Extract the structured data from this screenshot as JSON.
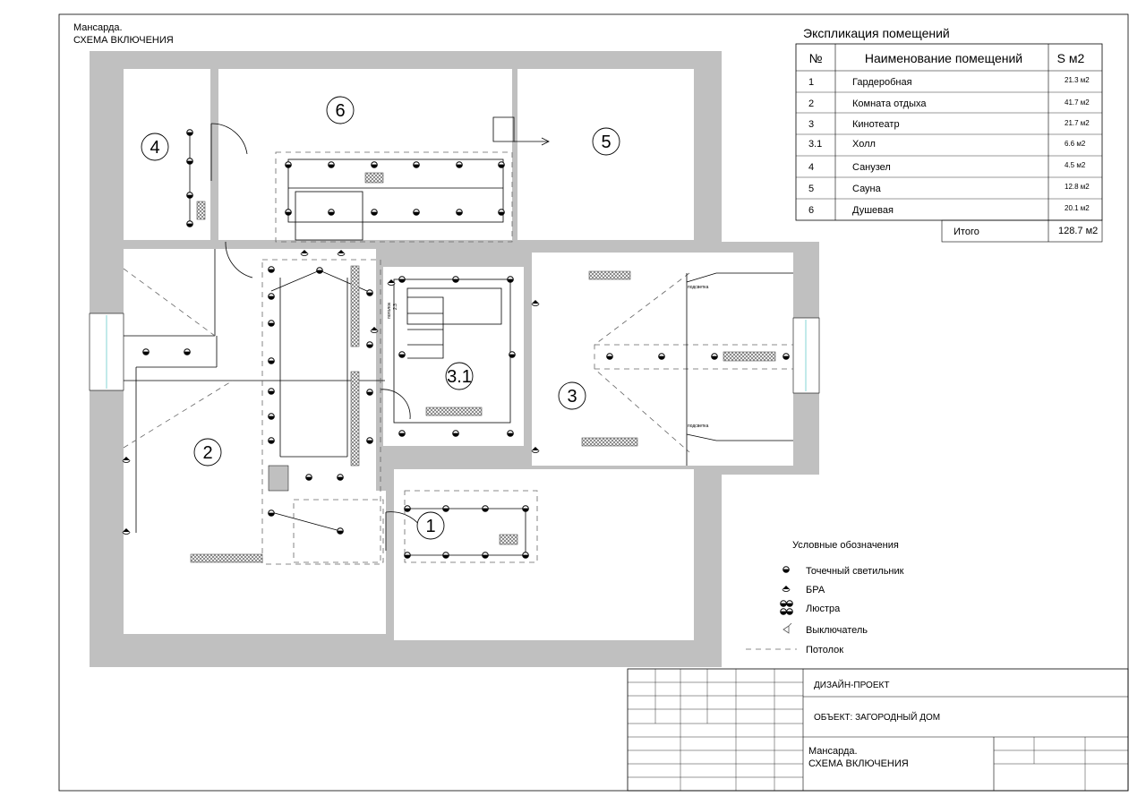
{
  "sheet_title": {
    "line1": "Мансарда.",
    "line2": "СХЕМА ВКЛЮЧЕНИЯ"
  },
  "explication": {
    "title": "Экспликация помещений",
    "headers": {
      "num": "№",
      "name": "Наименование помещений",
      "area": "S м2"
    },
    "rows": [
      {
        "num": "1",
        "name": "Гардеробная",
        "area": "21.3 м2"
      },
      {
        "num": "2",
        "name": "Комната отдыха",
        "area": "41.7 м2"
      },
      {
        "num": "3",
        "name": "Кинотеатр",
        "area": "21.7 м2"
      },
      {
        "num": "3.1",
        "name": "Холл",
        "area": "6.6 м2"
      },
      {
        "num": "4",
        "name": "Санузел",
        "area": "4.5 м2"
      },
      {
        "num": "5",
        "name": "Сауна",
        "area": "12.8 м2"
      },
      {
        "num": "6",
        "name": "Душевая",
        "area": "20.1 м2"
      }
    ],
    "total_label": "Итого",
    "total_value": "128.7 м2"
  },
  "room_labels": [
    "1",
    "2",
    "3",
    "3.1",
    "4",
    "5",
    "6"
  ],
  "plan_annotations": {
    "backlight_top": "подсветка",
    "backlight_bottom": "подсветка",
    "ceiling_mark": "потолок",
    "ceiling_height": "2.3"
  },
  "legend": {
    "title": "Условные обозначения",
    "items": [
      {
        "icon": "spotlight-icon",
        "label": "Точечный светильник"
      },
      {
        "icon": "sconce-icon",
        "label": "БРА"
      },
      {
        "icon": "chandelier-icon",
        "label": "Люстра"
      },
      {
        "icon": "switch-icon",
        "label": "Выключатель"
      },
      {
        "icon": "ceiling-line-icon",
        "label": "Потолок"
      }
    ]
  },
  "title_block": {
    "project": "ДИЗАЙН-ПРОЕКТ",
    "object": "ОБЪЕКТ: ЗАГОРОДНЫЙ ДОМ",
    "sheet_line1": "Мансарда.",
    "sheet_line2": "СХЕМА ВКЛЮЧЕНИЯ"
  }
}
